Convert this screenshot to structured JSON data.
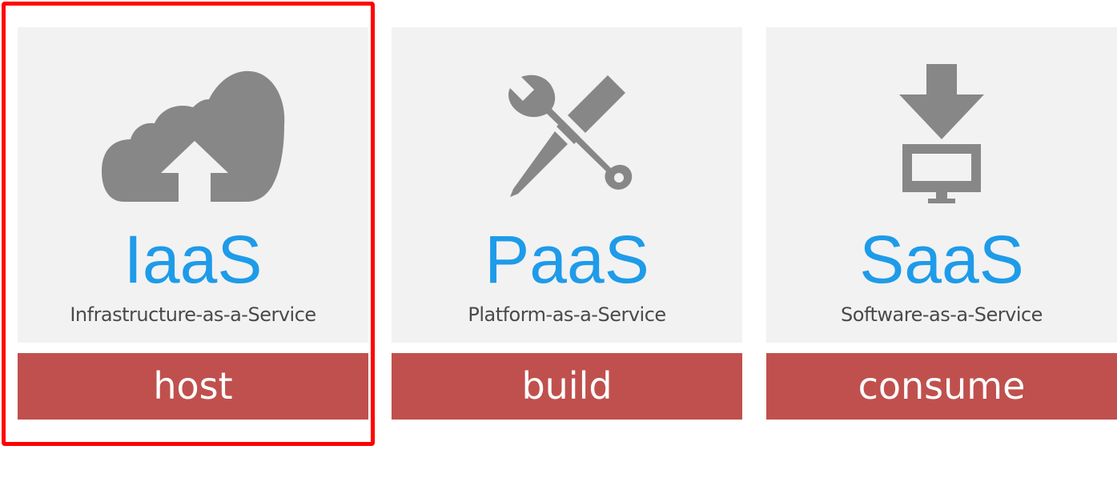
{
  "services": [
    {
      "acronym": "IaaS",
      "full_name": "Infrastructure-as-a-Service",
      "action": "host",
      "icon": "cloud-upload-icon"
    },
    {
      "acronym": "PaaS",
      "full_name": "Platform-as-a-Service",
      "action": "build",
      "icon": "wrench-screwdriver-icon"
    },
    {
      "acronym": "SaaS",
      "full_name": "Software-as-a-Service",
      "action": "consume",
      "icon": "download-to-monitor-icon"
    }
  ],
  "highlighted_service": "IaaS",
  "colors": {
    "acronym": "#1e9be9",
    "action_bar": "#c0504d",
    "card_background": "#f2f2f2",
    "icon": "#878787",
    "highlight": "#ff0000"
  }
}
